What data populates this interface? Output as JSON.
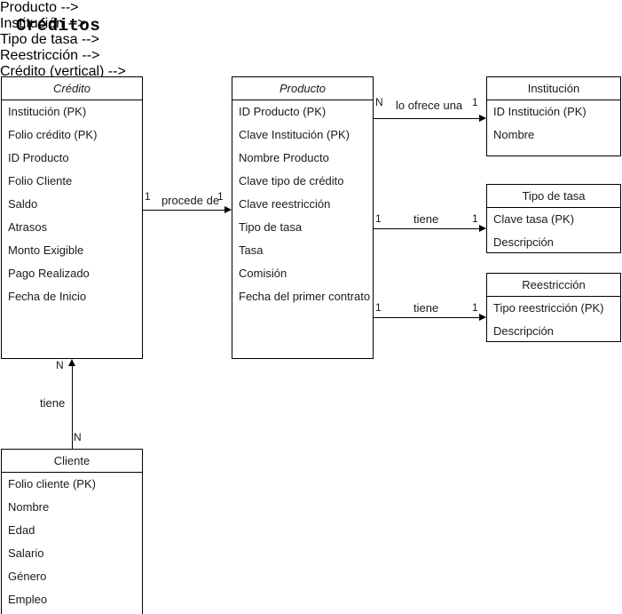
{
  "title": "Créditos",
  "entities": {
    "credito": {
      "name": "Crédito",
      "attributes": [
        "Institución (PK)",
        "Folio crédito (PK)",
        "ID Producto",
        "Folio Cliente",
        "Saldo",
        "Atrasos",
        "Monto Exigible",
        "Pago Realizado",
        "Fecha de Inicio"
      ]
    },
    "producto": {
      "name": "Producto",
      "attributes": [
        "ID Producto (PK)",
        "Clave Institución (PK)",
        "Nombre Producto",
        "Clave tipo de crédito",
        "Clave reestricción",
        "Tipo de tasa",
        "Tasa",
        "Comisión",
        "Fecha del primer contrato"
      ]
    },
    "institucion": {
      "name": "Institución",
      "attributes": [
        "ID Institución (PK)",
        "Nombre"
      ]
    },
    "tipo_de_tasa": {
      "name": "Tipo de tasa",
      "attributes": [
        "Clave tasa (PK)",
        "Descripción"
      ]
    },
    "reestriccion": {
      "name": "Reestricción",
      "attributes": [
        "Tipo reestricción (PK)",
        "Descripción"
      ]
    },
    "cliente": {
      "name": "Cliente",
      "attributes": [
        "Folio cliente (PK)",
        "Nombre",
        "Edad",
        "Salario",
        "Género",
        "Empleo"
      ]
    }
  },
  "relationships": {
    "credito_producto": {
      "label": "procede de",
      "from_cardinality": "1",
      "to_cardinality": "1"
    },
    "producto_institucion": {
      "label": "lo ofrece una",
      "from_cardinality": "N",
      "to_cardinality": "1"
    },
    "producto_tipo_tasa": {
      "label": "tiene",
      "from_cardinality": "1",
      "to_cardinality": "1"
    },
    "producto_reestriccion": {
      "label": "tiene",
      "from_cardinality": "1",
      "to_cardinality": "1"
    },
    "cliente_credito": {
      "label": "tiene",
      "from_cardinality": "N",
      "to_cardinality": "N"
    }
  }
}
